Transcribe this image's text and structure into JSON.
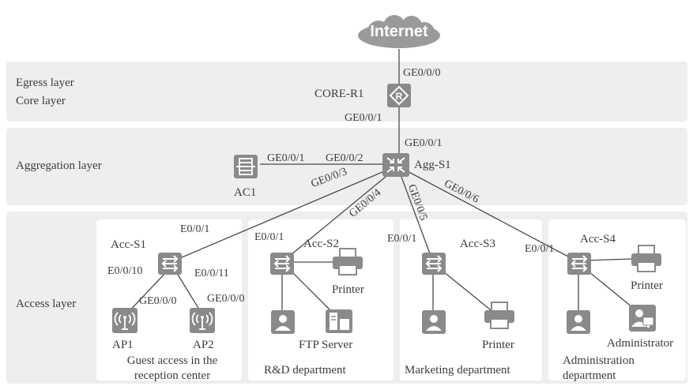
{
  "colors": {
    "band": "#eeeeee",
    "icon": "#8a8a8a",
    "line": "#4a4a4a",
    "text": "#3c3c3c",
    "cloud": "#9a9a9a"
  },
  "internet": {
    "label": "Internet"
  },
  "layers": {
    "egress": "Egress layer",
    "core": "Core layer",
    "aggregation": "Aggregation layer",
    "access": "Access layer"
  },
  "devices": {
    "core_r1": "CORE-R1",
    "agg_s1": "Agg-S1",
    "ac1": "AC1",
    "acc_s1": "Acc-S1",
    "acc_s2": "Acc-S2",
    "acc_s3": "Acc-S3",
    "acc_s4": "Acc-S4",
    "ap1": "AP1",
    "ap2": "AP2",
    "printer_rd": "Printer",
    "ftp_server": "FTP Server",
    "printer_mkt": "Printer",
    "printer_adm": "Printer",
    "administrator": "Administrator"
  },
  "ports": {
    "core_up": "GE0/0/0",
    "core_down": "GE0/0/1",
    "agg_up": "GE0/0/1",
    "ac1_port": "GE0/0/1",
    "agg_ac1": "GE0/0/2",
    "agg_s1": "GE0/0/3",
    "agg_s2": "GE0/0/4",
    "agg_s3": "GE0/0/5",
    "agg_s4": "GE0/0/6",
    "s1_up": "E0/0/1",
    "s1_ap1": "E0/0/10",
    "s1_ap2": "E0/0/11",
    "ap1_port": "GE0/0/0",
    "ap2_port": "GE0/0/0",
    "s2_up": "E0/0/1",
    "s3_up": "E0/0/1",
    "s4_up": "E0/0/1"
  },
  "departments": {
    "guest": "Guest access in the reception center",
    "rd": "R&D department",
    "marketing": "Marketing department",
    "admin": "Administration department"
  }
}
